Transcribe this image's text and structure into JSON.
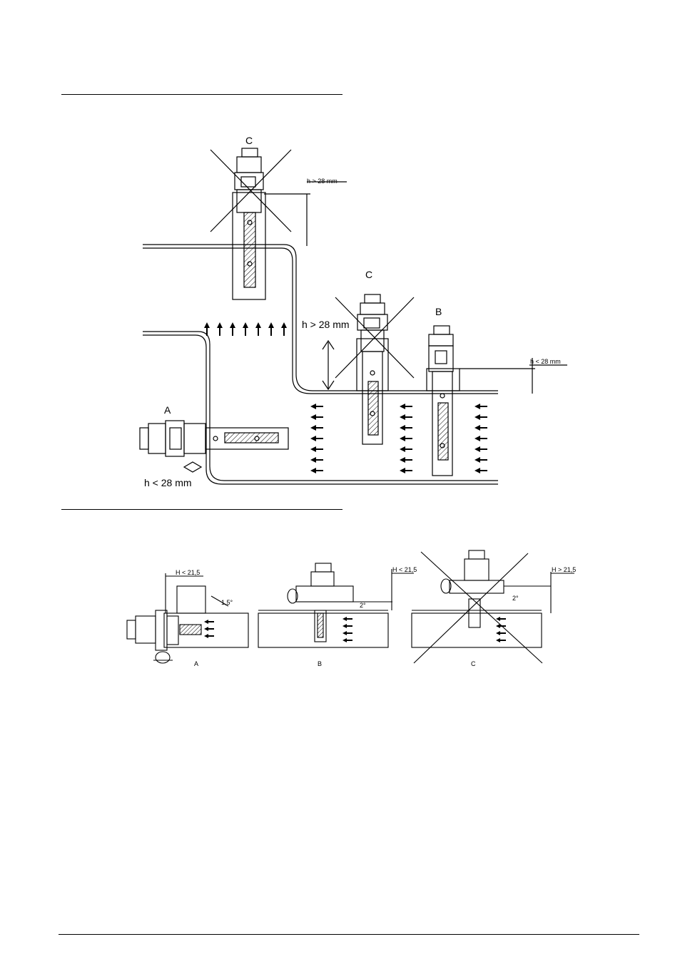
{
  "figure1": {
    "label_c_top": "C",
    "dim_top": "h > 28 mm",
    "label_c_mid": "C",
    "label_b": "B",
    "dim_mid": "h > 28 mm",
    "dim_right": "h < 28 mm",
    "label_a": "A",
    "dim_a": "h < 28 mm"
  },
  "figure2": {
    "a": {
      "label": "A",
      "dim": "H < 21,5",
      "angle": "1,5°"
    },
    "b": {
      "label": "B",
      "dim": "H < 21,5",
      "angle": "2°"
    },
    "c": {
      "label": "C",
      "dim": "H > 21,5",
      "angle": "2°"
    }
  }
}
